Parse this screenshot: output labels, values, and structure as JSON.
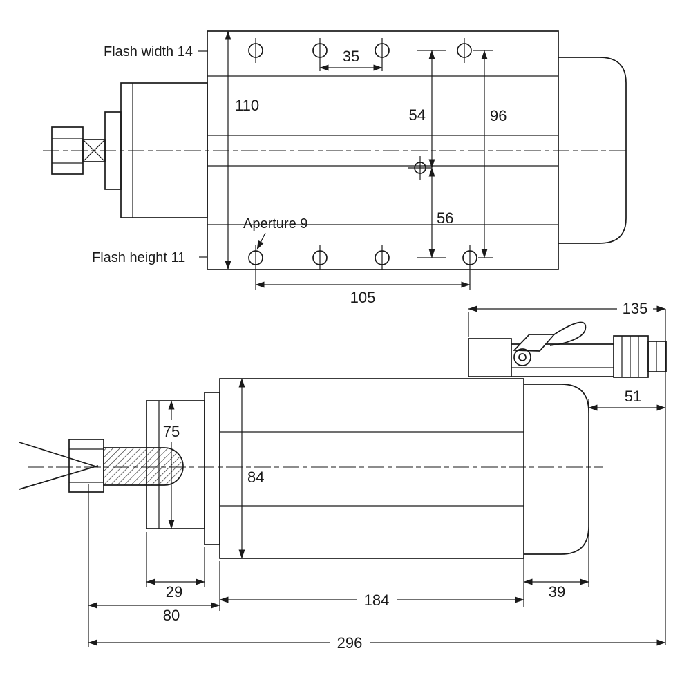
{
  "drawing": {
    "type": "technical-dimension-drawing",
    "subject": "CNC spindle motor two-view dimension drawing",
    "top_view": {
      "flash_width_label": "Flash width 14",
      "flash_height_label": "Flash height 11",
      "aperture_label": "Aperture 9",
      "dim_hole_spacing_top": "35",
      "dim_body_width": "110",
      "dim_top_row_to_center": "54",
      "dim_hole_rows": "96",
      "dim_center_to_bottom_row": "56",
      "dim_hole_span": "105"
    },
    "side_view": {
      "dim_tool_length": "135",
      "dim_rear_overhang": "51",
      "dim_flange_height": "75",
      "dim_body_height": "84",
      "dim_flange_width": "29",
      "dim_front_section": "80",
      "dim_body_length": "184",
      "dim_rear_section": "39",
      "dim_total_length": "296"
    }
  }
}
